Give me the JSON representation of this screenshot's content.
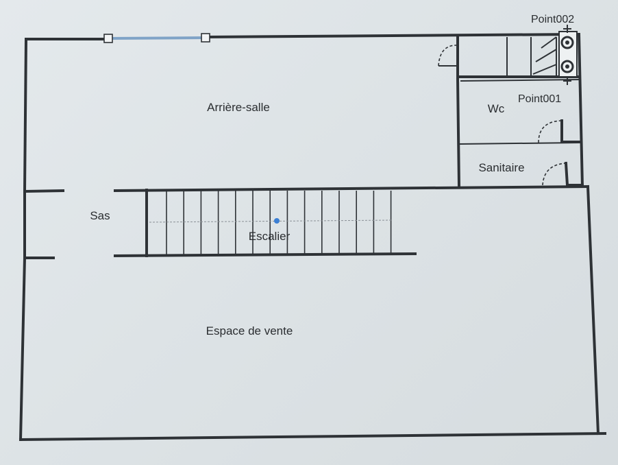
{
  "rooms": {
    "arriere_salle": "Arrière-salle",
    "wc": "Wc",
    "sanitaire": "Sanitaire",
    "sas": "Sas",
    "escalier": "Escalier",
    "espace_de_vente": "Espace de vente"
  },
  "points": {
    "point001": "Point001",
    "point002": "Point002"
  },
  "colors": {
    "wall": "#2e3236",
    "window": "#7fa3c7",
    "selection_dot": "#3b7fd4"
  }
}
